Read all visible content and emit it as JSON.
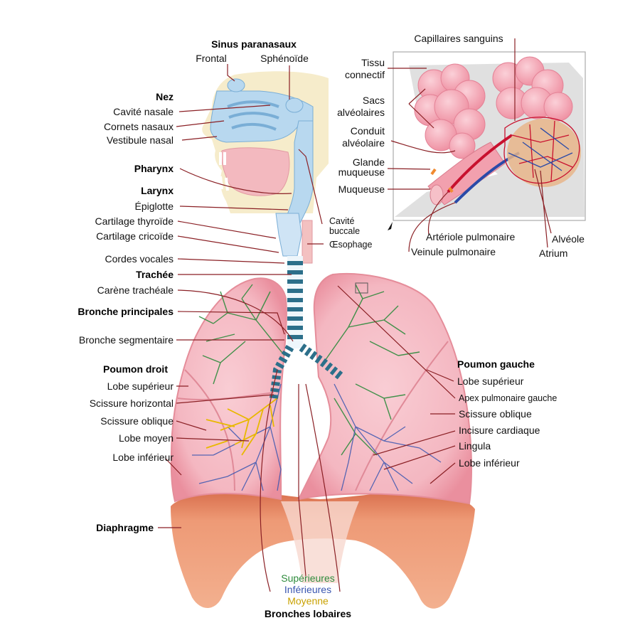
{
  "colors": {
    "leader": "#8a1f24",
    "lung": "#f2b3bd",
    "lung_edge": "#e58d9a",
    "diaphragm": "#ec8f6a",
    "airway": "#b8d8ef",
    "bronchi_superior": "#2e8b3c",
    "bronchi_inferior": "#3a56b0",
    "bronchi_middle": "#c9a100",
    "alveoli": "#f5a3b2",
    "artery": "#c8102e",
    "vein": "#2a4aa8"
  },
  "head": {
    "sinus_title": "Sinus paranasaux",
    "frontal": "Frontal",
    "sphenoid": "Sphénoïde",
    "nose_title": "Nez",
    "nasal_cavity": "Cavité nasale",
    "nasal_conchae": "Cornets nasaux",
    "nasal_vestibule": "Vestibule nasal",
    "pharynx_title": "Pharynx",
    "larynx_title": "Larynx",
    "epiglottis": "Épiglotte",
    "thyroid_cartilage": "Cartilage thyroïde",
    "cricoid_cartilage": "Cartilage cricoïde",
    "vocal_cords": "Cordes vocales",
    "oral_cavity_1": "Cavité",
    "oral_cavity_2": "buccale",
    "esophagus": "Œsophage"
  },
  "inset": {
    "blood_capillaries": "Capillaires sanguins",
    "connective_tissue_1": "Tissu",
    "connective_tissue_2": "connectif",
    "alveolar_sacs_1": "Sacs",
    "alveolar_sacs_2": "alvéolaires",
    "alveolar_duct_1": "Conduit",
    "alveolar_duct_2": "alvéolaire",
    "mucous_gland_1": "Glande",
    "mucous_gland_2": "muqueuse",
    "mucosa": "Muqueuse",
    "pulmonary_arteriole": "Artériole pulmonaire",
    "pulmonary_venule": "Veinule pulmonaire",
    "alveolus": "Alvéole",
    "atrium": "Atrium"
  },
  "chest": {
    "trachea_title": "Trachée",
    "carina": "Carène trachéale",
    "main_bronchi_title": "Bronche principales",
    "segmental_bronchus": "Bronche segmentaire",
    "right_lung_title": "Poumon droit",
    "right_upper_lobe": "Lobe supérieur",
    "horizontal_fissure": "Scissure horizontal",
    "right_oblique_fissure": "Scissure oblique",
    "middle_lobe": "Lobe moyen",
    "right_lower_lobe": "Lobe inférieur",
    "diaphragm_title": "Diaphragme",
    "left_lung_title": "Poumon gauche",
    "left_upper_lobe": "Lobe supérieur",
    "left_apex": "Apex pulmonaire gauche",
    "left_oblique_fissure": "Scissure oblique",
    "cardiac_notch": "Incisure cardiaque",
    "lingula": "Lingula",
    "left_lower_lobe": "Lobe inférieur",
    "lobar_superior": "Supérieures",
    "lobar_inferior": "Inférieures",
    "lobar_middle": "Moyenne",
    "lobar_title": "Bronches lobaires"
  }
}
